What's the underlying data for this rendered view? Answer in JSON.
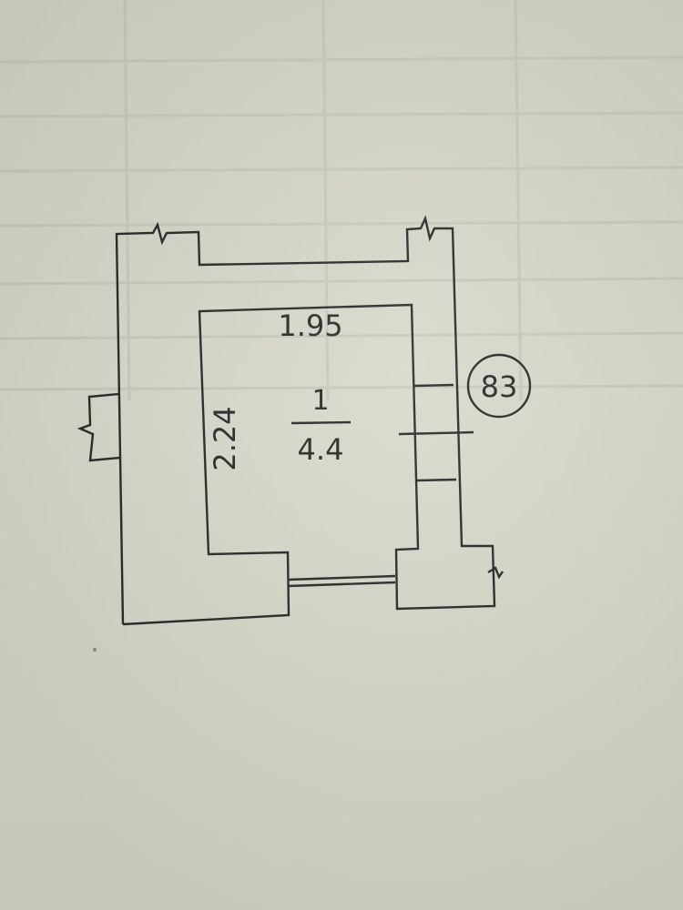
{
  "plan": {
    "room_width": "1.95",
    "room_length": "2.24",
    "room_number": "1",
    "room_area": "4.4",
    "unit_number": "83"
  },
  "colors": {
    "paper": "#d6d6c9",
    "ink": "#262626",
    "grid": "#c4c5b8"
  }
}
